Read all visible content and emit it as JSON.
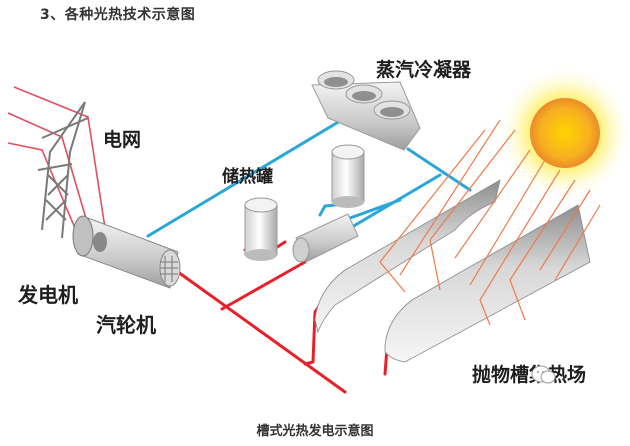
{
  "heading": "3、各种光热技术示意图",
  "labels": {
    "grid": "电网",
    "condenser": "蒸汽冷凝器",
    "storage_tank": "储热罐",
    "generator": "发电机",
    "turbine": "汽轮机",
    "collector": "抛物槽集热场"
  },
  "caption": "槽式光热发电示意图",
  "colors": {
    "hot_pipe": "#e8202a",
    "cold_pipe": "#2aa7d8",
    "sun_rays": "#f07a4a",
    "sun_core": "#f5a623",
    "sun_glow": "#fff27a"
  },
  "icons": {
    "transmission_tower": "transmission-tower-icon",
    "condenser": "condenser-icon",
    "sun": "sun-icon",
    "watermark": "wechat-icon"
  }
}
